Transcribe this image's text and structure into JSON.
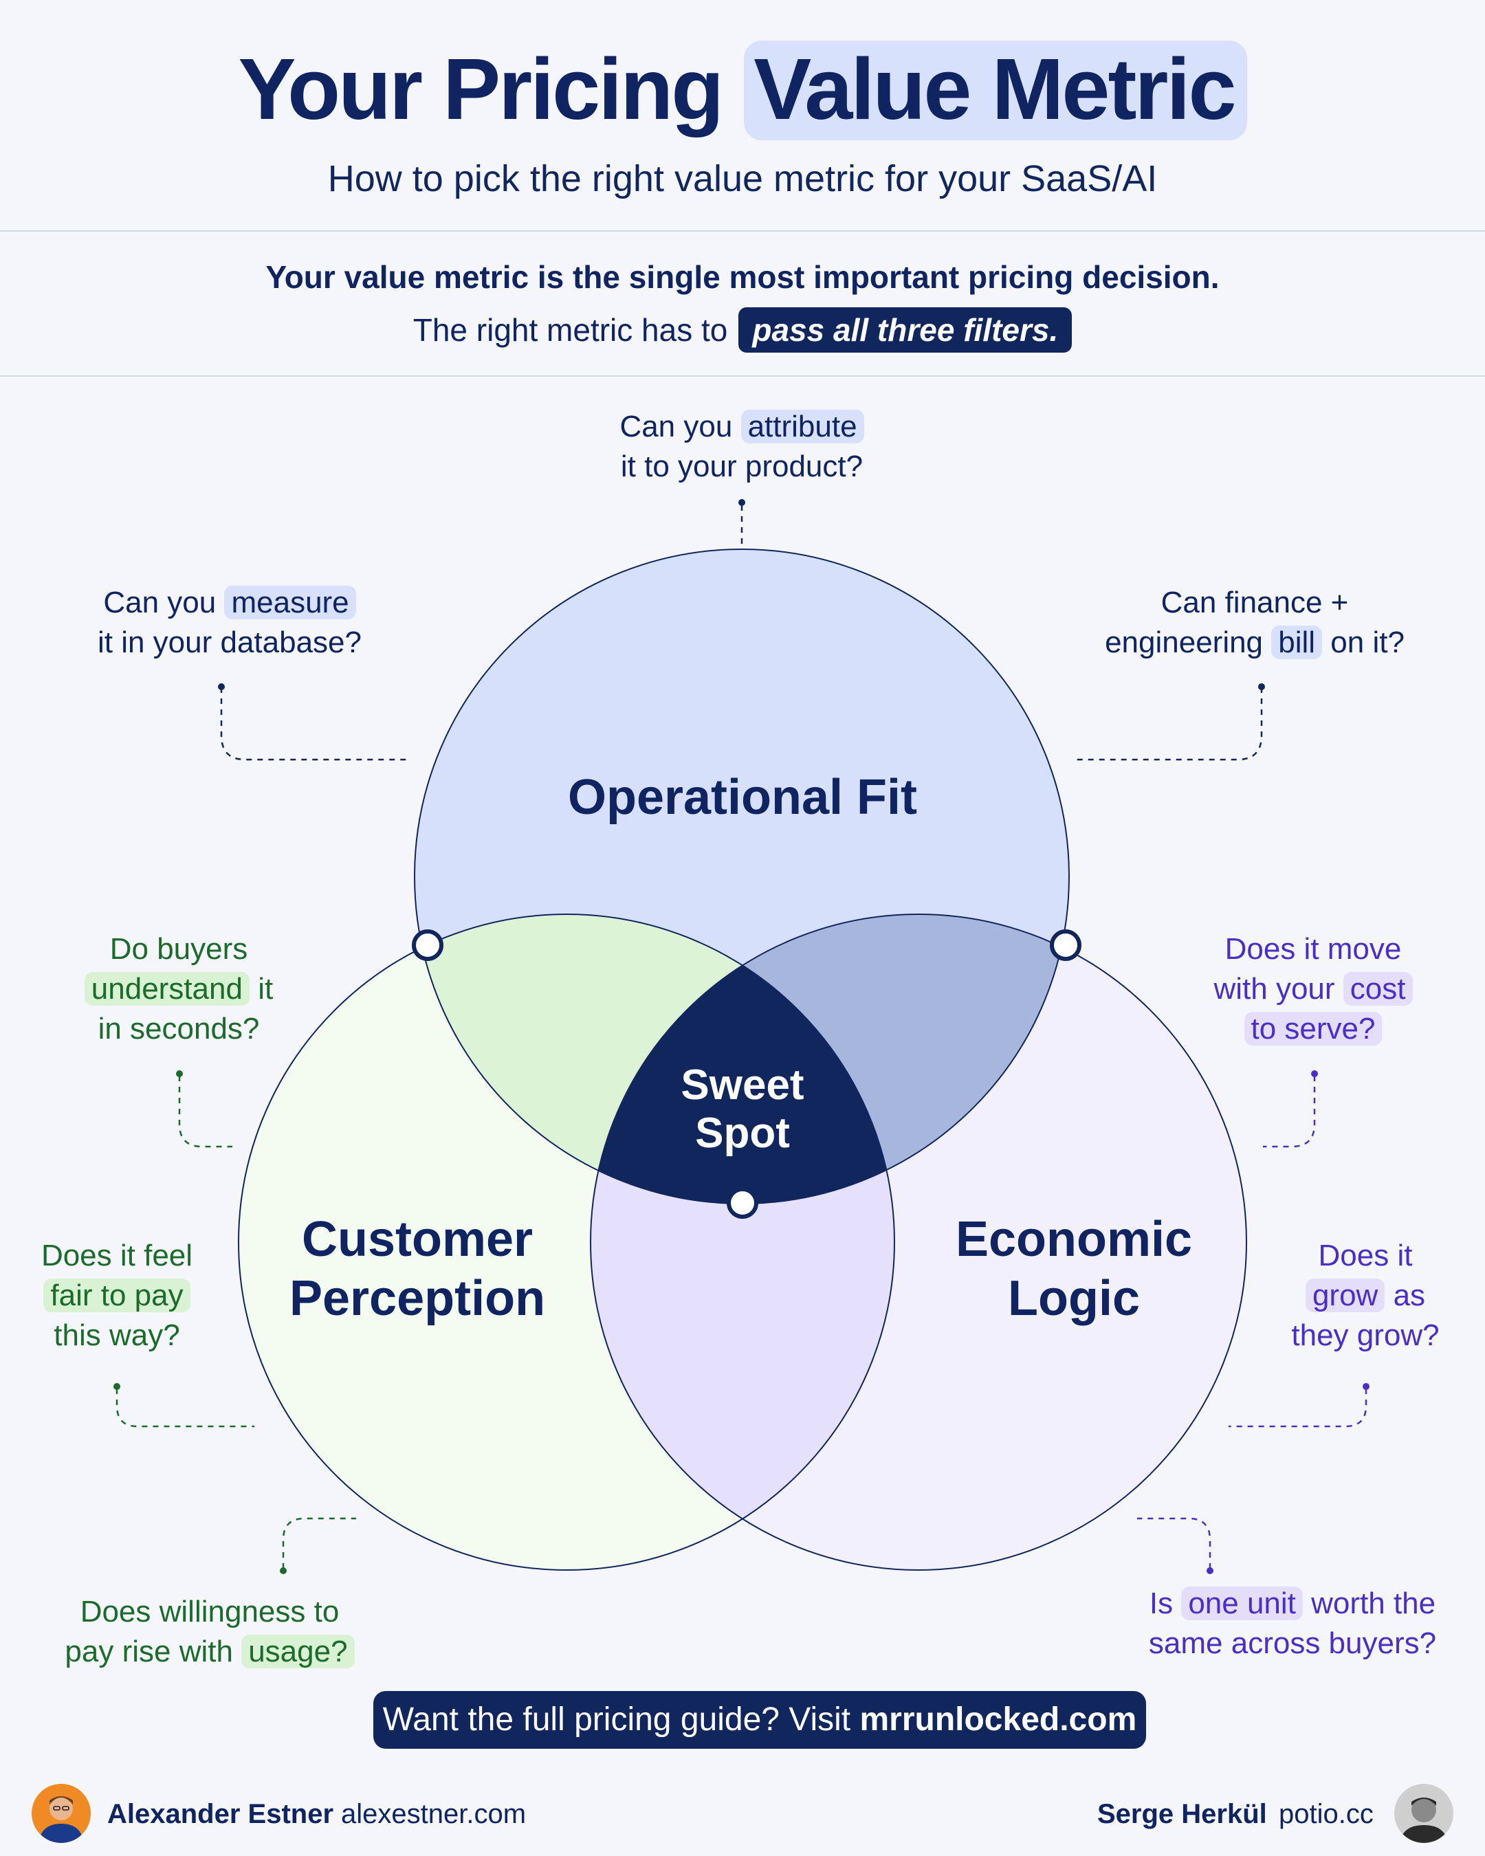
{
  "header": {
    "title_part1": "Your Pricing",
    "title_part2": "Value Metric",
    "subtitle": "How to pick the right value metric for your SaaS/AI"
  },
  "intro": {
    "line1": "Your value metric is the single most important pricing decision.",
    "line2_text": "The right metric has to",
    "line2_highlight": "pass all three filters."
  },
  "venn": {
    "circles": [
      {
        "id": "operational",
        "label": "Operational Fit",
        "fill": "#d6e0fb"
      },
      {
        "id": "customer",
        "label_line1": "Customer",
        "label_line2": "Perception",
        "fill": "#f4fcf2"
      },
      {
        "id": "economic",
        "label_line1": "Economic",
        "label_line2": "Logic",
        "fill": "#f3f0fd"
      }
    ],
    "center": {
      "line1": "Sweet",
      "line2": "Spot",
      "fill": "#12265e"
    },
    "overlap_colors": {
      "op_cust": "#dcf3d5",
      "op_econ": "#a7b6dc",
      "cust_econ": "#e5e0fc"
    }
  },
  "questions": {
    "attribute": {
      "pre": "Can you",
      "hl": "attribute",
      "line2": "it to your product?"
    },
    "measure": {
      "pre": "Can you",
      "hl": "measure",
      "line2": "it in your database?"
    },
    "bill": {
      "line1": "Can finance +",
      "pre": "engineering",
      "hl": "bill",
      "post": "on it?"
    },
    "understand": {
      "line1": "Do buyers",
      "hl": "understand",
      "post": "it",
      "line3": "in seconds?"
    },
    "fair": {
      "line1": "Does it feel",
      "hl": "fair to pay",
      "line3": "this way?"
    },
    "usage": {
      "line1": "Does willingness to",
      "pre": "pay rise with",
      "hl": "usage?"
    },
    "cost": {
      "line1": "Does it move",
      "pre": "with your",
      "hl": "cost",
      "hl2": "to serve?"
    },
    "grow": {
      "line1": "Does it",
      "hl": "grow",
      "post": "as",
      "line3": "they grow?"
    },
    "unit": {
      "pre": "Is",
      "hl": "one unit",
      "post": "worth the",
      "line2": "same across buyers?"
    }
  },
  "colors": {
    "navy": "#12265e",
    "green_text": "#1c6a2c",
    "purple_text": "#4b2ec4"
  },
  "cta": {
    "text": "Want the full pricing guide? Visit",
    "link": "mrrunlocked.com"
  },
  "footer": {
    "left_name": "Alexander Estner",
    "left_site": "alexestner.com",
    "right_name": "Serge Herkül",
    "right_site": "potio.cc"
  }
}
